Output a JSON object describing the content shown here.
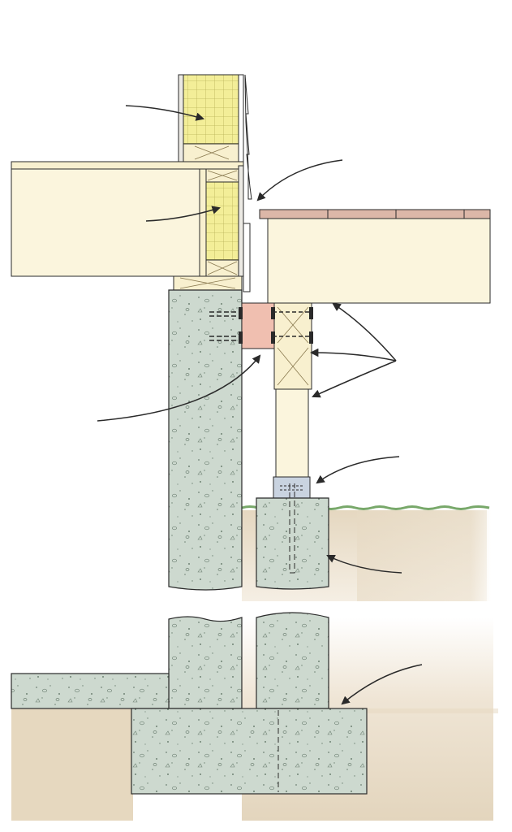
{
  "diagram": {
    "colors": {
      "concrete": "#cdd9cf",
      "concrete_dark": "#9fb0a3",
      "lumber": "#f8f0cf",
      "lumber_edge": "#c8b27a",
      "insulation": "#f3ee98",
      "insulation_grid": "#b9b25a",
      "bracket": "#f0bfb0",
      "decking": "#dcb7a8",
      "soil": "#e7dac4",
      "grass": "#78a86a",
      "post_base": "#c9d3e0",
      "line": "#2a2a2a"
    },
    "parts": [
      {
        "id": "wall-insulation",
        "icon": "insulation-grid"
      },
      {
        "id": "floor-joist-insulation",
        "icon": "insulation-grid"
      },
      {
        "id": "flashing-gap",
        "icon": "gap"
      },
      {
        "id": "ledger-bracket",
        "icon": "bracket"
      },
      {
        "id": "deck-joist-and-beam-blocking",
        "icon": "lumber"
      },
      {
        "id": "post-base-connector",
        "icon": "metal-connector"
      },
      {
        "id": "concrete-pier",
        "icon": "concrete"
      },
      {
        "id": "footing",
        "icon": "concrete"
      }
    ]
  }
}
